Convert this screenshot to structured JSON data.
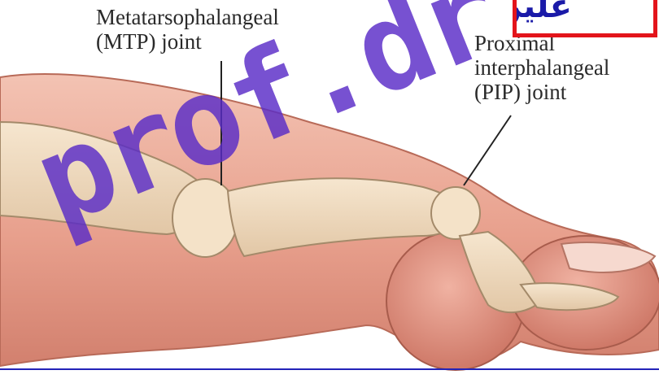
{
  "labels": {
    "mtp": [
      "Metatarsophalangeal",
      "(MTP) joint"
    ],
    "pip": [
      "Proximal",
      "interphalangeal",
      "(PIP) joint"
    ]
  },
  "watermark": "prof.dr.",
  "badge_text": "علين",
  "colors": {
    "skin": "#e9a08f",
    "skin_dark": "#c77766",
    "bone": "#f0dcc2",
    "watermark": "#5a2cc7",
    "badge_border": "#e3141b",
    "rule": "#2323b8"
  }
}
